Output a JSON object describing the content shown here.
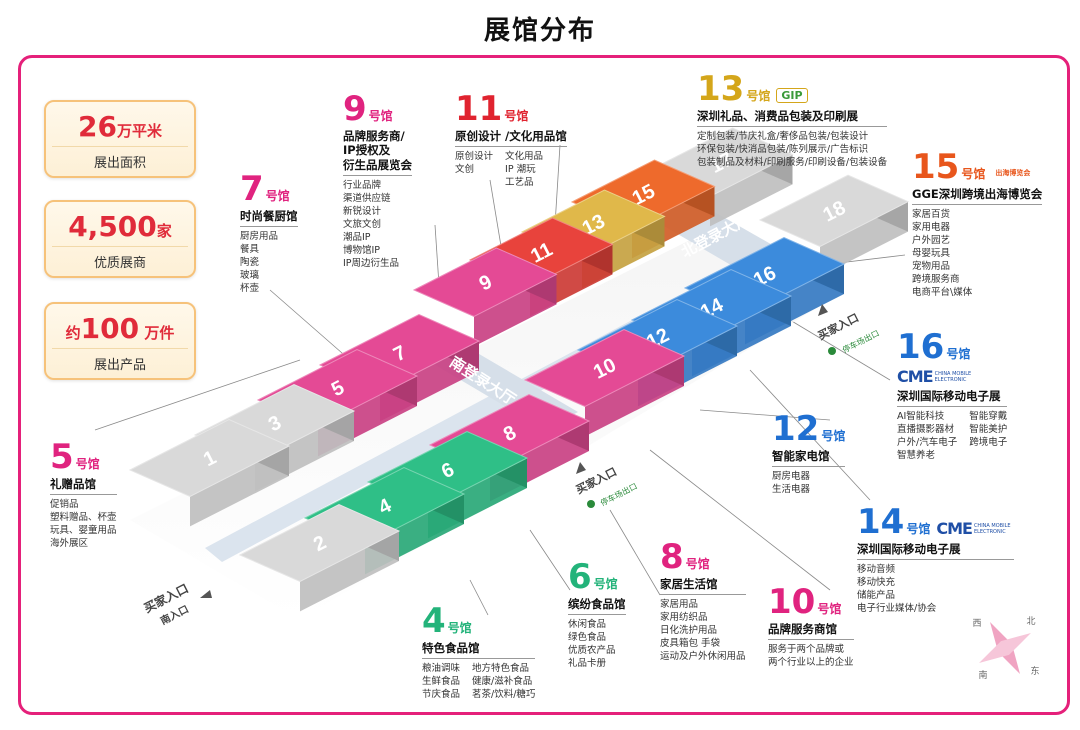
{
  "title": "展馆分布",
  "stats": [
    {
      "number": "26",
      "unit": "万平米",
      "prefix": "",
      "label": "展出面积"
    },
    {
      "number": "4,500",
      "unit": "家",
      "prefix": "",
      "label": "优质展商"
    },
    {
      "number": "100",
      "unit": " 万件",
      "prefix": "约",
      "label": "展出产品"
    }
  ],
  "hall_suffix": "号馆",
  "halls": [
    {
      "id": "5",
      "color": "#e0237f",
      "name": "礼赠品馆",
      "items": [
        "促销品",
        "塑料赠品、杯壶",
        "玩具、婴童用品",
        "海外展区"
      ]
    },
    {
      "id": "7",
      "color": "#e0237f",
      "name": "时尚餐厨馆",
      "items": [
        "厨房用品",
        "餐具",
        "陶瓷",
        "玻璃",
        "杯壶"
      ]
    },
    {
      "id": "9",
      "color": "#e0237f",
      "name": "品牌服务商/\nIP授权及\n衍生品展览会",
      "items": [
        "行业品牌",
        "渠道供应链",
        "新锐设计",
        "文旅文创",
        "潮品IP",
        "博物馆IP",
        "IP周边衍生品"
      ]
    },
    {
      "id": "11",
      "color": "#e0232f",
      "name": "原创设计 /文化用品馆",
      "items_left": [
        "原创设计",
        "文创"
      ],
      "items_right": [
        "文化用品",
        "IP 潮玩",
        "工艺品"
      ]
    },
    {
      "id": "13",
      "color": "#d4a61a",
      "name": "深圳礼品、消费品包装及印刷展",
      "logo": "GIP",
      "items": [
        "定制包装/节庆礼盒/奢侈品包装/包装设计",
        "环保包装/快消品包装/陈列展示/广告标识",
        "包装制品及材料/印刷服务/印刷设备/包装设备"
      ]
    },
    {
      "id": "15",
      "color": "#e8561c",
      "name": "GGE深圳跨境出海博览会",
      "logo": "出海博览会",
      "items": [
        "家居百货",
        "家用电器",
        "户外园艺",
        "母婴玩具",
        "宠物用品",
        "跨境服务商",
        "电商平台\\媒体"
      ]
    },
    {
      "id": "16",
      "color": "#1f6fd1",
      "name": "深圳国际移动电子展",
      "logo": "CME",
      "logo_sub": "CHINA MOBILE ELECTRONIC",
      "items_left": [
        "AI智能科技",
        "直播摄影器材",
        "户外/汽车电子",
        "智慧养老"
      ],
      "items_right": [
        "智能穿戴",
        "智能美护",
        "跨境电子"
      ]
    },
    {
      "id": "12",
      "color": "#1f6fd1",
      "name": "智能家电馆",
      "items": [
        "厨房电器",
        "生活电器"
      ]
    },
    {
      "id": "14",
      "color": "#1f6fd1",
      "name": "深圳国际移动电子展",
      "logo": "CME",
      "logo_sub": "CHINA MOBILE ELECTRONIC",
      "items": [
        "移动音频",
        "移动快充",
        "储能产品",
        "电子行业媒体/协会"
      ]
    },
    {
      "id": "10",
      "color": "#e0237f",
      "name": "品牌服务商馆",
      "items": [
        "服务于两个品牌或",
        "两个行业以上的企业"
      ]
    },
    {
      "id": "8",
      "color": "#e0237f",
      "name": "家居生活馆",
      "items": [
        "家居用品",
        "家用纺织品",
        "日化洗护用品",
        "皮具箱包 手袋",
        "运动及户外休闲用品"
      ]
    },
    {
      "id": "6",
      "color": "#23b37a",
      "name": "缤纷食品馆",
      "items": [
        "休闲食品",
        "绿色食品",
        "优质农产品",
        "礼品卡册"
      ]
    },
    {
      "id": "4",
      "color": "#23b37a",
      "name": "特色食品馆",
      "items_left": [
        "粮油调味",
        "生鲜食品",
        "节庆食品"
      ],
      "items_right": [
        "地方特色食品",
        "健康/滋补食品",
        "茗茶/饮料/糖巧"
      ]
    }
  ],
  "map": {
    "north_hall": "北登录大厅",
    "south_hall": "南登录大厅",
    "buyer_entrance": "买家入口",
    "south_entrance": "南入口",
    "parking_exit": "停车场出口",
    "compass": [
      "西",
      "北",
      "南",
      "东"
    ],
    "blocks": [
      {
        "label": "1",
        "color": "#d9d9d9"
      },
      {
        "label": "2",
        "color": "#d9d9d9"
      },
      {
        "label": "3",
        "color": "#d9d9d9"
      },
      {
        "label": "4",
        "color": "#2fbf87"
      },
      {
        "label": "5",
        "color": "#e44a95"
      },
      {
        "label": "6",
        "color": "#2fbf87"
      },
      {
        "label": "7",
        "color": "#e44a95"
      },
      {
        "label": "8",
        "color": "#e44a95"
      },
      {
        "label": "9",
        "color": "#e44a95"
      },
      {
        "label": "10",
        "color": "#e44a95"
      },
      {
        "label": "11",
        "color": "#e8433c"
      },
      {
        "label": "12",
        "color": "#3c8bdc"
      },
      {
        "label": "13",
        "color": "#e0b84a"
      },
      {
        "label": "14",
        "color": "#3c8bdc"
      },
      {
        "label": "15",
        "color": "#ee6a2c"
      },
      {
        "label": "16",
        "color": "#3c8bdc"
      },
      {
        "label": "17",
        "color": "#d9d9d9"
      },
      {
        "label": "18",
        "color": "#d9d9d9"
      }
    ]
  }
}
